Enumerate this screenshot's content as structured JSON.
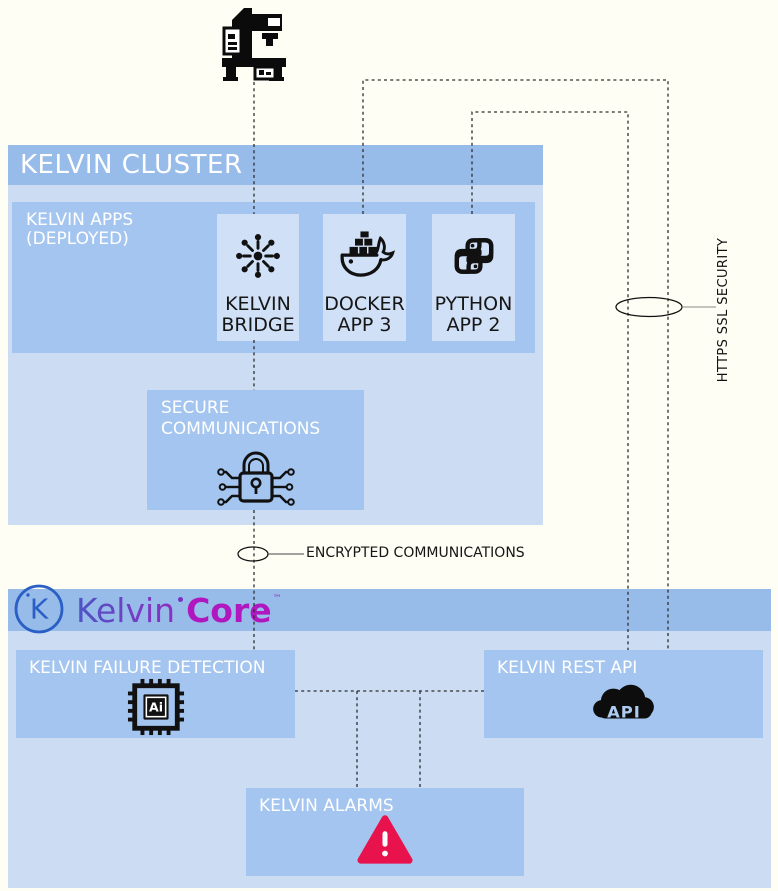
{
  "title_band": {
    "label": "KELVIN CLUSTER"
  },
  "apps_group": {
    "title_line1": "KELVIN APPS",
    "title_line2": "(DEPLOYED)"
  },
  "cards": [
    {
      "line1": "KELVIN",
      "line2": "BRIDGE",
      "icon": "hub-icon"
    },
    {
      "line1": "DOCKER",
      "line2": "APP 3",
      "icon": "docker-whale-icon"
    },
    {
      "line1": "PYTHON",
      "line2": "APP 2",
      "icon": "python-icon"
    }
  ],
  "secure_comms": {
    "title_line1": "SECURE",
    "title_line2": "COMMUNICATIONS",
    "icon": "circuit-lock-icon"
  },
  "annotations": {
    "encrypted_label": "ENCRYPTED COMMUNICATIONS",
    "https_label": "HTTPS SSL SECURITY"
  },
  "core_band": {
    "logo_letter": "K",
    "brand_part1": "Kelvin",
    "brand_part2": "Core",
    "trademark": "™",
    "icon": "kelvin-logo-icon"
  },
  "boxes": {
    "failure_detection": {
      "title": "KELVIN FAILURE DETECTION",
      "icon": "ai-chip-icon",
      "chip_label": "Ai"
    },
    "rest_api": {
      "title": "KELVIN REST API",
      "icon": "api-cloud-icon",
      "cloud_label": "API"
    },
    "alarms": {
      "title": "KELVIN ALARMS",
      "icon": "warning-triangle-icon"
    }
  },
  "top_icon": "industrial-machine-icon",
  "colors": {
    "background": "#FFFEF5",
    "band_blue": "#97BCE9",
    "panel_blue": "#CBDCF3",
    "box_blue": "#A4C5EF",
    "card_blue": "#D0E0F7",
    "alarm_red": "#E8124D",
    "logo_blue": "#2A5FC5",
    "brand_gradient_start": "#4C55C5",
    "brand_gradient_end": "#8F2EBF",
    "core_magenta": "#B117BF",
    "connector_dark": "#2E2E2E"
  }
}
